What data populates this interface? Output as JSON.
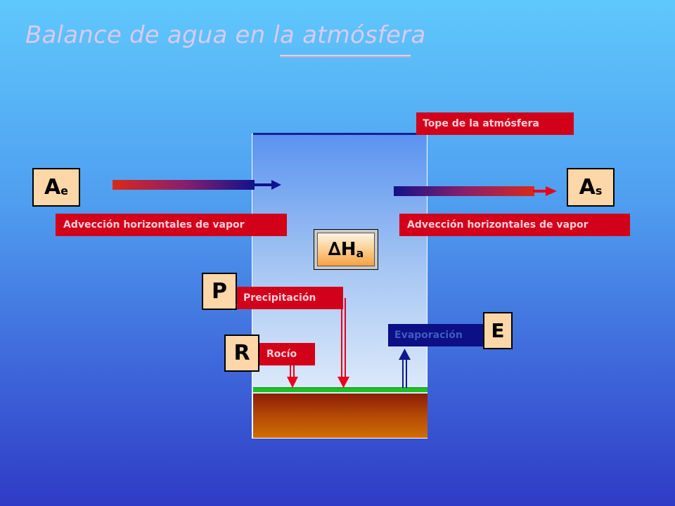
{
  "title": "Balance de agua en la atmósfera",
  "labels": {
    "top": "Tope de la atmósfera",
    "advection_in": "Advección horizontales de vapor",
    "advection_out": "Advección horizontales de vapor",
    "precipitation": "Precipitación",
    "dew": "Rocío",
    "evaporation": "Evaporación"
  },
  "symbols": {
    "inflow_main": "A",
    "inflow_sub": "e",
    "outflow_main": "A",
    "outflow_sub": "s",
    "storage_delta": "∆",
    "storage_main": "H",
    "storage_sub": "a",
    "precip": "P",
    "dew": "R",
    "evap": "E"
  },
  "colors": {
    "label_red": "#d3001a",
    "label_navy": "#0c0f85",
    "box_fill": "#fdd7a8",
    "ground_green": "#19c226",
    "arrow_red": "#e8001c",
    "arrow_navy": "#0c1a90"
  }
}
